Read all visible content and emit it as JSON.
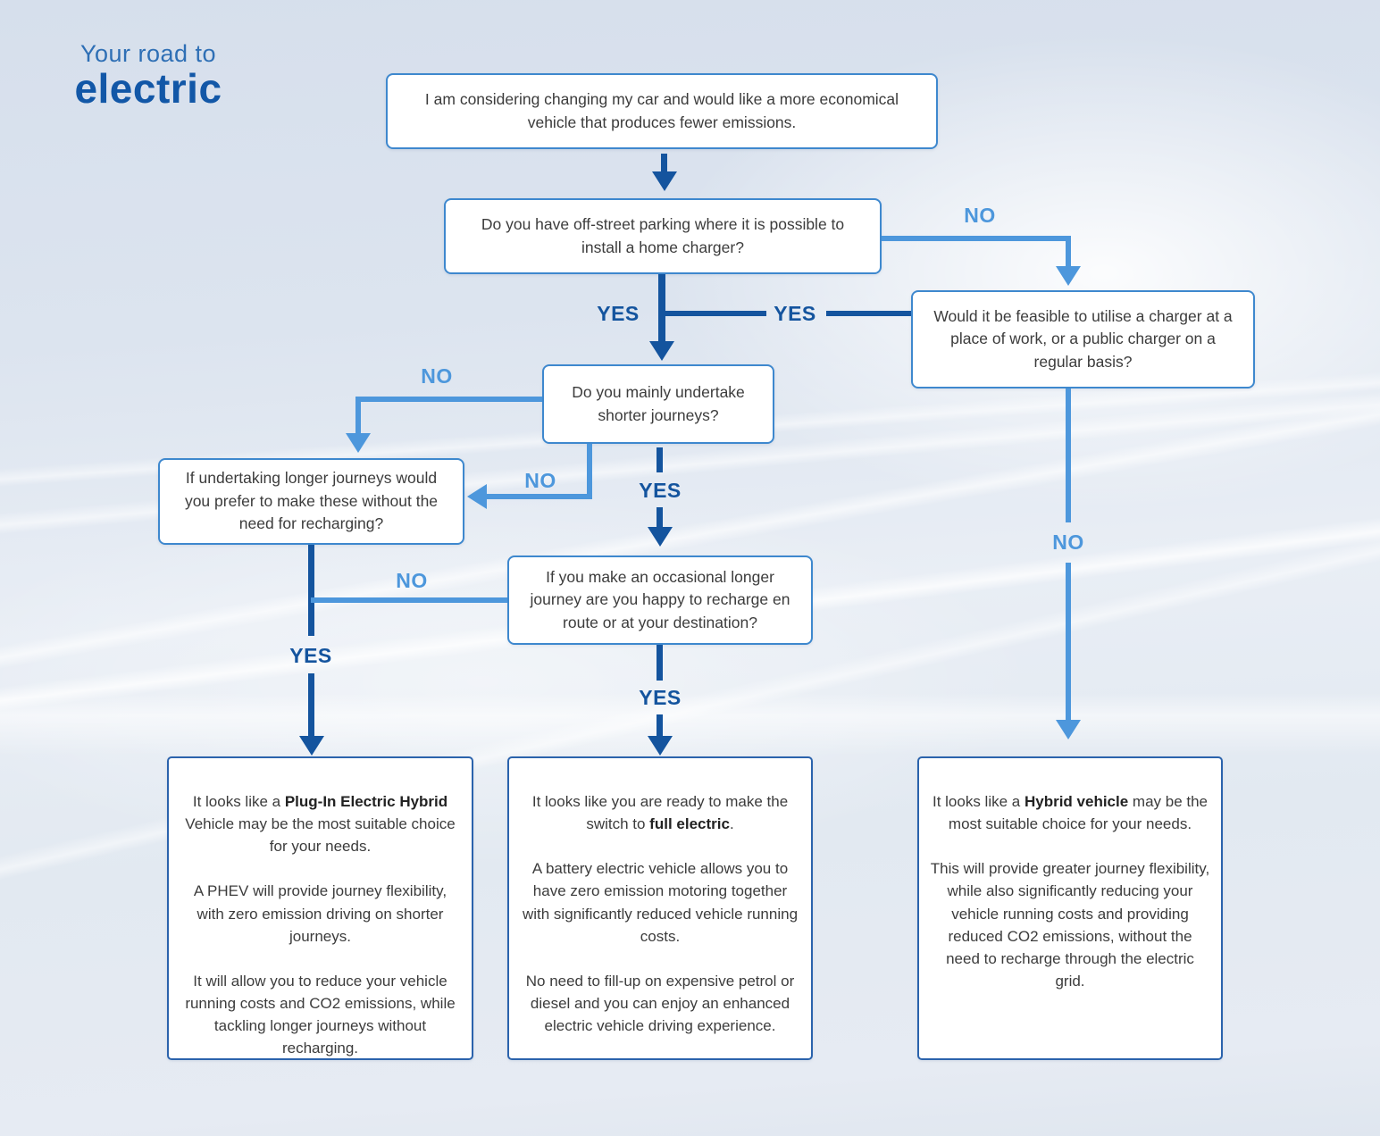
{
  "logo": {
    "line1": "Your road to",
    "line2": "electric"
  },
  "colors": {
    "dark_blue": "#14549e",
    "light_blue": "#4d97dc",
    "question_border": "#3e88ce",
    "result_border": "#2b63ac",
    "text": "#3c3c3c"
  },
  "boxes": {
    "start": "I am considering changing my car and would like a more economical vehicle that produces fewer emissions.",
    "parking": "Do you have off-street parking where it is possible to install a home charger?",
    "work_charger": "Would it be feasible to utilise a charger at a place of work, or a public charger on a regular basis?",
    "shorter_journeys": "Do you mainly undertake shorter journeys?",
    "longer_journeys": "If undertaking longer journeys would you prefer to make these without the need for recharging?",
    "occasional_journey": "If you make an occasional longer journey are you happy to recharge en route or at your destination?"
  },
  "labels": {
    "parking_no": "NO",
    "parking_yes": "YES",
    "work_yes": "YES",
    "work_no": "NO",
    "shorter_no_left": "NO",
    "shorter_no_bottom": "NO",
    "shorter_yes": "YES",
    "occasional_no": "NO",
    "longer_yes": "YES",
    "occasional_yes": "YES"
  },
  "results": {
    "phev": {
      "p1_pre": "It looks like a ",
      "p1_bold": "Plug-In Electric Hybrid",
      "p1_post": " Vehicle may be the most suitable choice for your needs.",
      "p2": "A PHEV will provide journey flexibility, with zero emission driving on shorter journeys.",
      "p3": "It will allow you to reduce your vehicle running costs and CO2 emissions, while tackling longer journeys without recharging."
    },
    "full_electric": {
      "p1_pre": "It looks like you are ready to make the switch to ",
      "p1_bold": "full electric",
      "p1_post": ".",
      "p2": "A battery electric vehicle allows you to have zero emission motoring together with significantly reduced vehicle running costs.",
      "p3": "No need to fill-up on expensive petrol or diesel and you can enjoy an enhanced electric vehicle driving experience."
    },
    "hybrid": {
      "p1_pre": "It looks like a ",
      "p1_bold": "Hybrid vehicle",
      "p1_post": " may be the most suitable choice for your needs.",
      "p2": "This will provide greater journey flexibility, while also significantly reducing your vehicle running costs and providing reduced CO2 emissions, without the need to recharge through the electric grid."
    }
  }
}
